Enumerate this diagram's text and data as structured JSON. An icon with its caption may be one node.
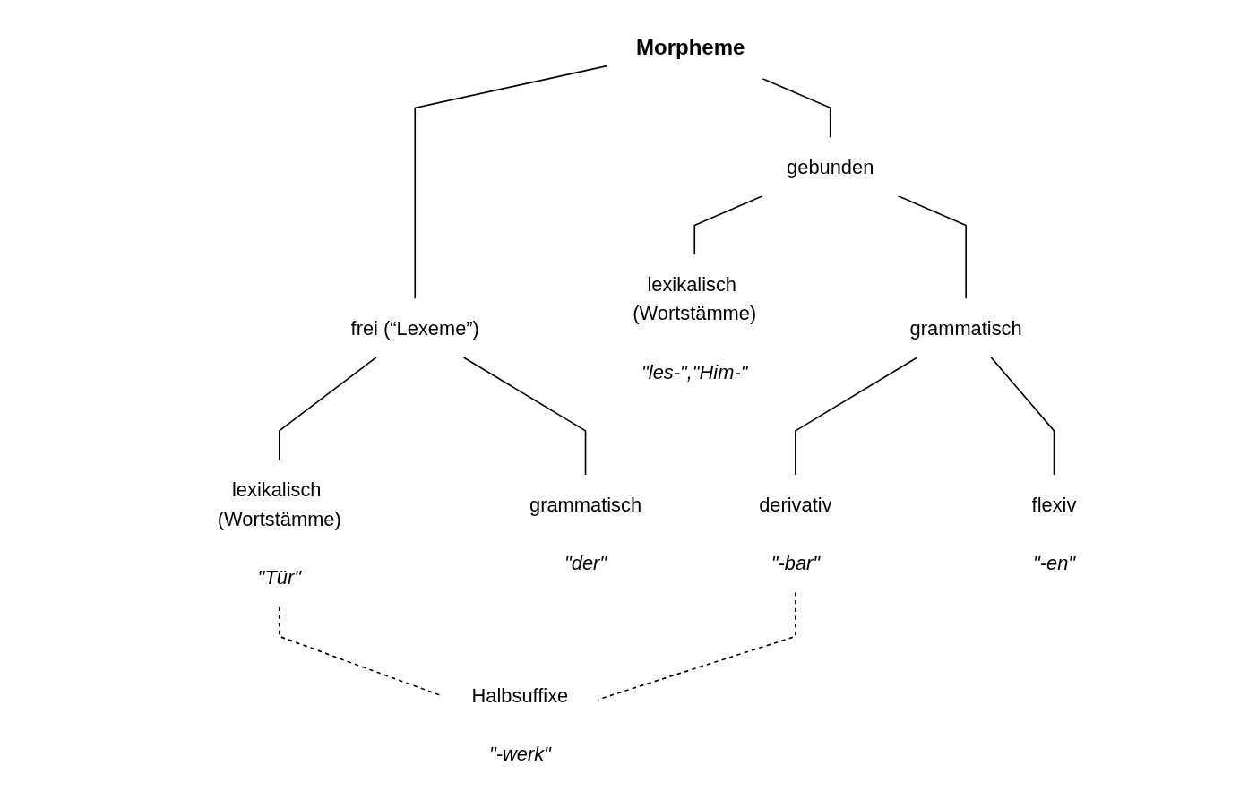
{
  "diagram": {
    "nodes": [
      {
        "text": [
          "Morpheme"
        ]
      },
      {
        "text": [
          "frei (“Lexeme”)"
        ]
      },
      {
        "text": [
          "gebunden"
        ]
      },
      {
        "text": [
          "lexikalisch (Wortstämme)",
          "\"Tür\""
        ]
      },
      {
        "text": [
          "grammatisch",
          "\"der\""
        ]
      },
      {
        "text": [
          "lexikalisch (Wortstämme)",
          "\"les-\",\"Him-\""
        ]
      },
      {
        "text": [
          "grammatisch"
        ]
      },
      {
        "text": [
          "Halbsuffixe",
          "\"-werk\""
        ]
      },
      {
        "text": [
          "derivativ",
          "\"-bar\""
        ]
      },
      {
        "text": [
          "flexiv",
          "\"-en\""
        ]
      }
    ],
    "edges": [
      {
        "from": 0,
        "to": 1,
        "arrow": "none"
      },
      {
        "from": 0,
        "to": 2,
        "arrow": "none"
      },
      {
        "from": 1,
        "to": 3,
        "arrow": "none"
      },
      {
        "from": 1,
        "to": 4,
        "arrow": "none"
      },
      {
        "from": 2,
        "to": 5,
        "arrow": "none"
      },
      {
        "from": 2,
        "to": 6,
        "arrow": "none"
      },
      {
        "from": 6,
        "to": 8,
        "arrow": "none"
      },
      {
        "from": 6,
        "to": 9,
        "arrow": "none"
      },
      {
        "from": 3,
        "to": 7,
        "arrow": "none",
        "style": "dashed"
      },
      {
        "from": 8,
        "to": 7,
        "arrow": "none",
        "style": "dashed"
      }
    ]
  }
}
